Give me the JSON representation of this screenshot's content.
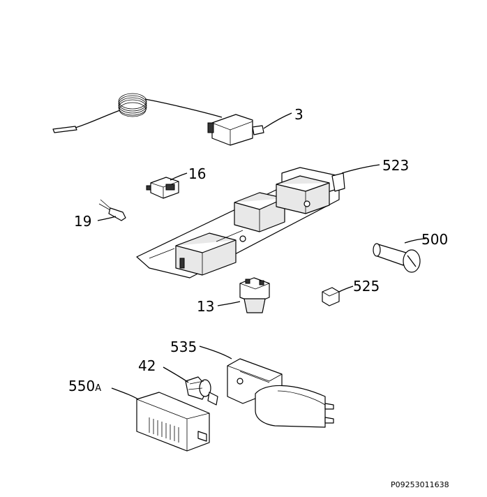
{
  "parts": [
    {
      "id": "p3",
      "label": "3"
    },
    {
      "id": "p16",
      "label": "16"
    },
    {
      "id": "p19",
      "label": "19"
    },
    {
      "id": "p523",
      "label": "523"
    },
    {
      "id": "p500",
      "label": "500"
    },
    {
      "id": "p525",
      "label": "525"
    },
    {
      "id": "p13",
      "label": "13"
    },
    {
      "id": "p535",
      "label": "535"
    },
    {
      "id": "p42",
      "label": "42"
    },
    {
      "id": "p550",
      "label": "550",
      "suffix": "A"
    }
  ],
  "reference_code": "P09253011638"
}
